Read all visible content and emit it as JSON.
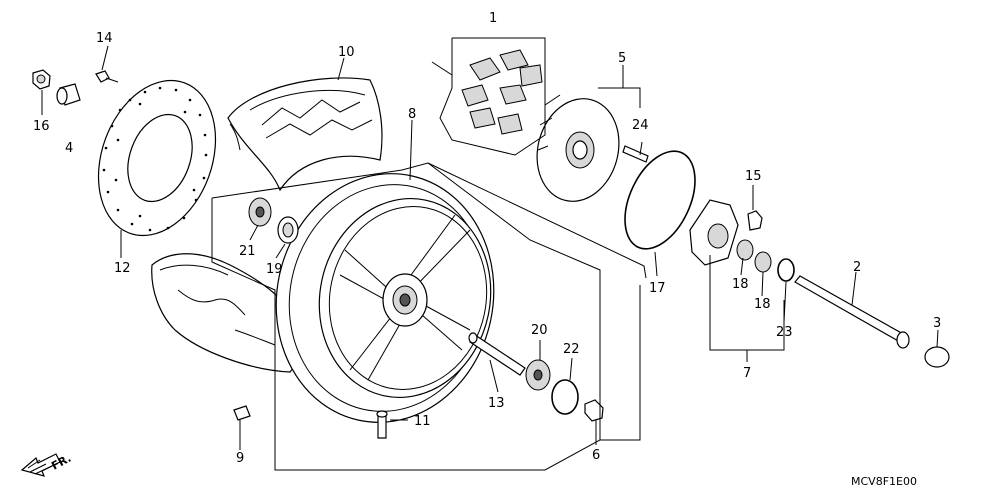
{
  "diagram": {
    "code": "MCV8F1E00",
    "direction_label": "FR.",
    "callouts": [
      {
        "id": "c1",
        "label": "1"
      },
      {
        "id": "c2",
        "label": "2"
      },
      {
        "id": "c3",
        "label": "3"
      },
      {
        "id": "c4",
        "label": "4"
      },
      {
        "id": "c5",
        "label": "5"
      },
      {
        "id": "c6",
        "label": "6"
      },
      {
        "id": "c7",
        "label": "7"
      },
      {
        "id": "c8",
        "label": "8"
      },
      {
        "id": "c9",
        "label": "9"
      },
      {
        "id": "c10",
        "label": "10"
      },
      {
        "id": "c11",
        "label": "11"
      },
      {
        "id": "c12",
        "label": "12"
      },
      {
        "id": "c13",
        "label": "13"
      },
      {
        "id": "c14",
        "label": "14"
      },
      {
        "id": "c15",
        "label": "15"
      },
      {
        "id": "c16",
        "label": "16"
      },
      {
        "id": "c17",
        "label": "17"
      },
      {
        "id": "c18a",
        "label": "18"
      },
      {
        "id": "c18b",
        "label": "18"
      },
      {
        "id": "c19",
        "label": "19"
      },
      {
        "id": "c20",
        "label": "20"
      },
      {
        "id": "c21",
        "label": "21"
      },
      {
        "id": "c22",
        "label": "22"
      },
      {
        "id": "c23",
        "label": "23"
      },
      {
        "id": "c24",
        "label": "24"
      }
    ]
  }
}
